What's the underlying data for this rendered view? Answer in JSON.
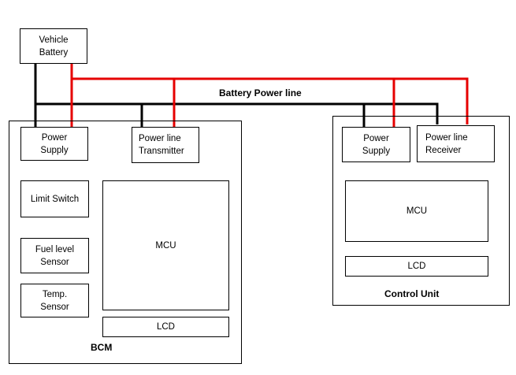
{
  "colors": {
    "battery_line": "#e60000",
    "ground_line": "#000000"
  },
  "line_label": "Battery Power  line",
  "battery": {
    "label": "Vehicle\nBattery"
  },
  "bcm": {
    "title": "BCM",
    "power_supply": "Power\nSupply",
    "transmitter": "Power line\nTransmitter",
    "limit_switch": "Limit Switch",
    "fuel_sensor": "Fuel level\nSensor",
    "temp_sensor": "Temp.\nSensor",
    "mcu": "MCU",
    "lcd": "LCD"
  },
  "control_unit": {
    "title": "Control Unit",
    "power_supply": "Power\nSupply",
    "receiver": "Power line\nReceiver",
    "mcu": "MCU",
    "lcd": "LCD"
  }
}
